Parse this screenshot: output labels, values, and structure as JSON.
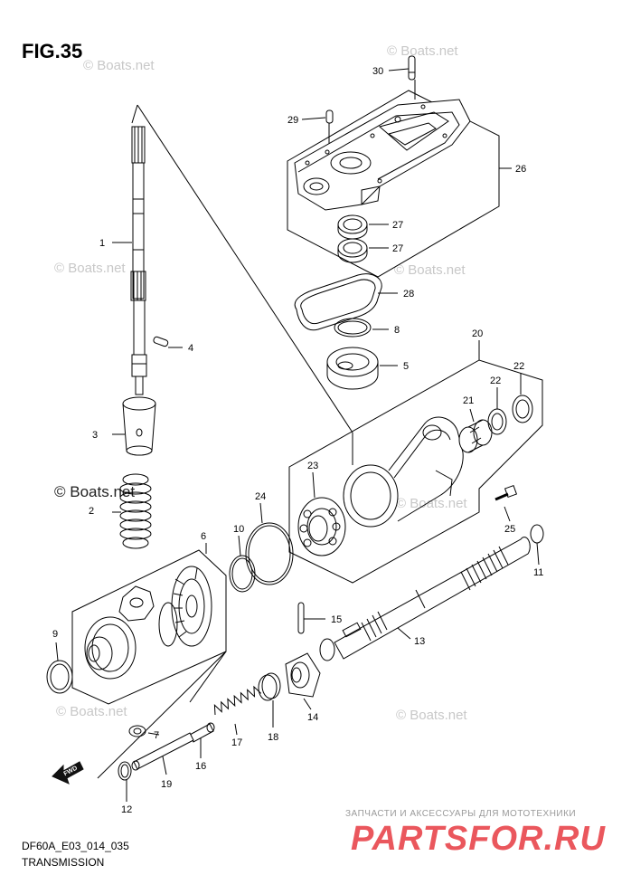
{
  "figure": {
    "title": "FIG.35",
    "code": "DF60A_E03_014_035",
    "caption": "TRANSMISSION"
  },
  "watermarks": {
    "light": "© Boats.net",
    "dark": "© Boats.net"
  },
  "branding": {
    "tagline": "ЗАПЧАСТИ И АКСЕССУАРЫ ДЛЯ МОТОТЕХНИКИ",
    "name": "PARTSFOR.RU",
    "color": "#e8454c"
  },
  "fwd_label": "FWD",
  "callouts": [
    {
      "num": "1"
    },
    {
      "num": "2"
    },
    {
      "num": "3"
    },
    {
      "num": "4"
    },
    {
      "num": "5"
    },
    {
      "num": "6"
    },
    {
      "num": "7"
    },
    {
      "num": "8"
    },
    {
      "num": "9"
    },
    {
      "num": "10"
    },
    {
      "num": "11"
    },
    {
      "num": "12"
    },
    {
      "num": "13"
    },
    {
      "num": "14"
    },
    {
      "num": "15"
    },
    {
      "num": "16"
    },
    {
      "num": "17"
    },
    {
      "num": "18"
    },
    {
      "num": "19"
    },
    {
      "num": "20"
    },
    {
      "num": "21"
    },
    {
      "num": "22"
    },
    {
      "num": "22"
    },
    {
      "num": "23"
    },
    {
      "num": "24"
    },
    {
      "num": "25"
    },
    {
      "num": "26"
    },
    {
      "num": "27"
    },
    {
      "num": "27"
    },
    {
      "num": "28"
    },
    {
      "num": "29"
    },
    {
      "num": "30"
    }
  ]
}
